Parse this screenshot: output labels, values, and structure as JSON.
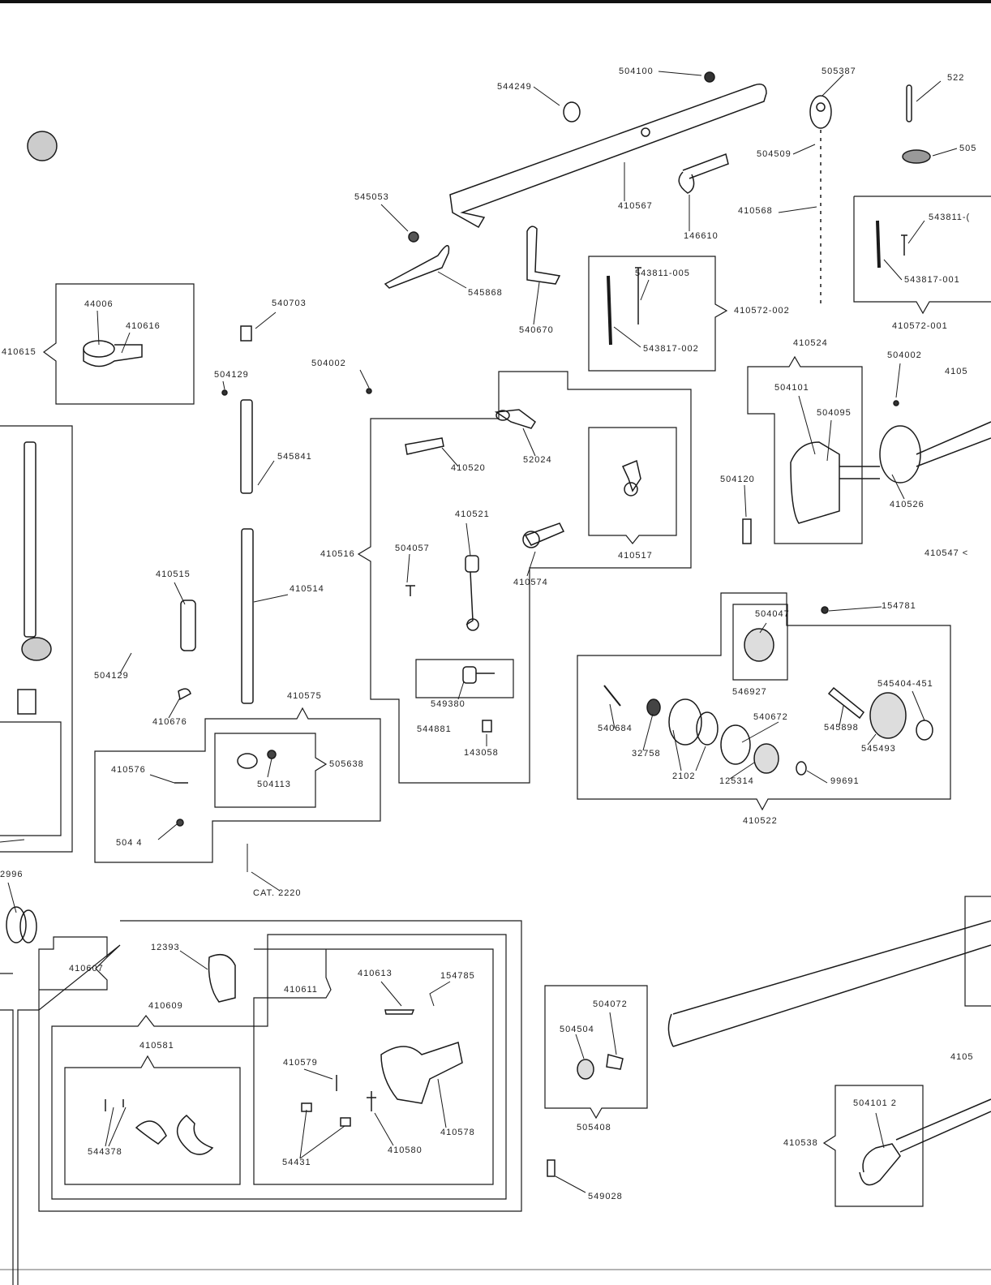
{
  "part_numbers": [
    "504100",
    "544249",
    "505387",
    "522",
    "504509",
    "505",
    "410567",
    "146610",
    "545053",
    "410568",
    "543811-005",
    "410572-002",
    "543817-002",
    "543811-(",
    "543817-001",
    "410572-001",
    "545868",
    "540670",
    "44006",
    "410616",
    "410615",
    "540703",
    "504129",
    "504002",
    "410524",
    "504002",
    "4105",
    "504101",
    "504095",
    "545841",
    "410520",
    "52024",
    "504120",
    "410526",
    "410521",
    "410516",
    "504057",
    "410574",
    "410517",
    "410547 <",
    "410515",
    "410514",
    "154781",
    "504047",
    "504129",
    "549380",
    "546927",
    "410575",
    "545404-451",
    "410676",
    "544881",
    "540672",
    "540684",
    "545898",
    "143058",
    "32758",
    "545493",
    "410576",
    "505638",
    "504113",
    "2102",
    "125314",
    "99691",
    "410522",
    "504 4",
    "2996",
    "CAT. 2220",
    "12393",
    "410607",
    "410613",
    "154785",
    "410611",
    "410609",
    "504072",
    "504504",
    "410581",
    "410579",
    "4105",
    "504101 2",
    "410578",
    "505408",
    "410538",
    "544378",
    "410580",
    "54431",
    "549028"
  ],
  "colors": {
    "ink": "#1a1a1a",
    "paper": "#ffffff"
  }
}
